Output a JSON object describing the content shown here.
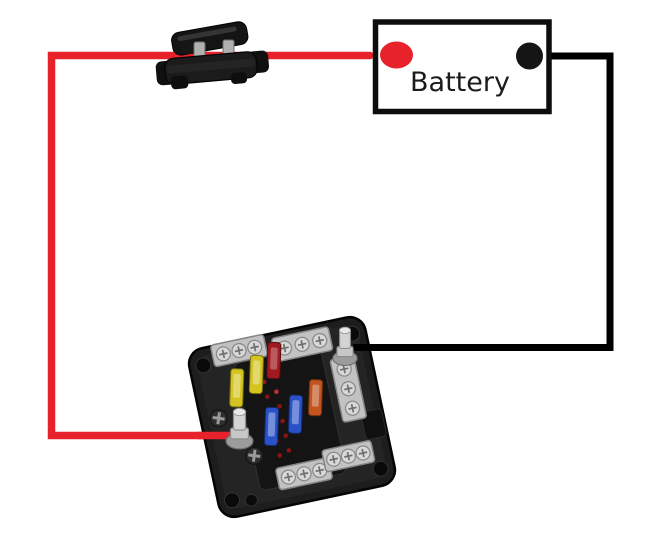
{
  "battery": {
    "label": "Battery"
  },
  "colors": {
    "positive_wire": "#e8222b",
    "negative_wire": "#000000",
    "positive_terminal": "#e8222b",
    "negative_terminal": "#151515",
    "battery_border": "#0d0d0d",
    "fuse_yellow": "#d4c420",
    "fuse_red": "#a01a21",
    "fuse_orange": "#c25420",
    "fuse_blue": "#2a52c8",
    "terminal_silver": "#c2c2c2",
    "block_body": "#1d1d1d",
    "holder_body": "#181818",
    "background": "#ffffff"
  },
  "components": {
    "battery": "battery",
    "inline_fuse_holder": "inline-fuse-holder",
    "fuse_block": "fuse-block",
    "positive_wire": "positive-wire",
    "negative_wire": "negative-wire"
  }
}
